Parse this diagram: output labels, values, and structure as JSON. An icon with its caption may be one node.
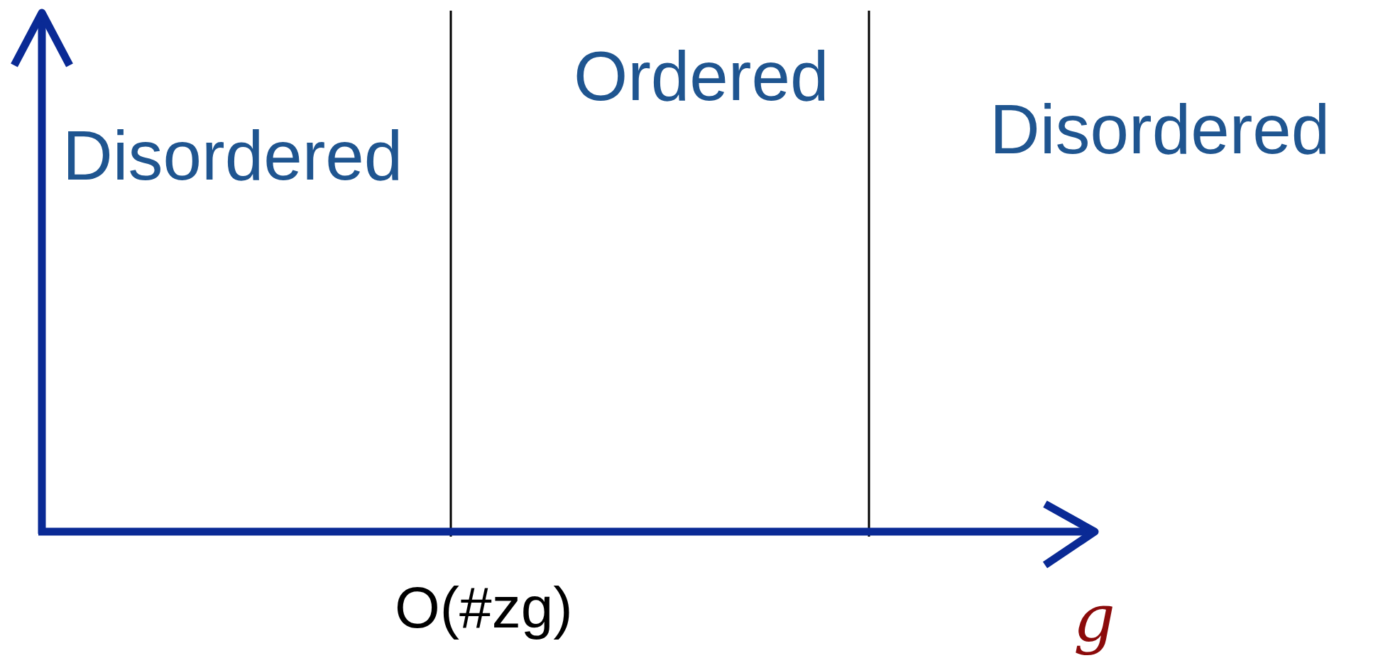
{
  "diagram": {
    "labels": [
      "Ordered",
      "Disordered",
      "Disordered",
      "O(#zg)",
      "g"
    ]
  }
}
